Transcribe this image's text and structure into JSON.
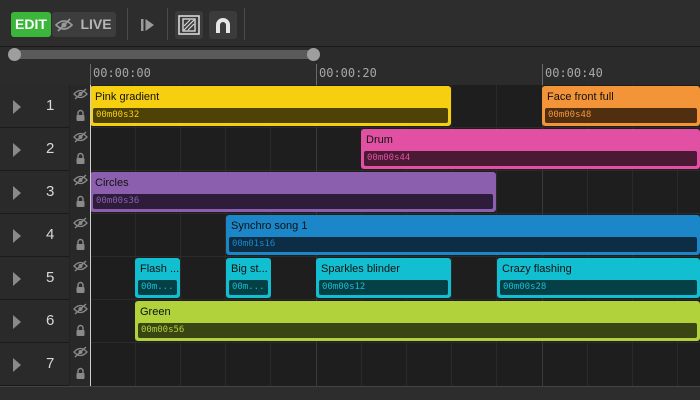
{
  "toolbar": {
    "edit_label": "EDIT",
    "live_label": "LIVE",
    "play_icon": "play-icon",
    "select_icon": "select-region-icon",
    "magnet_icon": "magnet-icon",
    "hide_icon": "eye-slash-icon"
  },
  "ruler": {
    "labels": [
      "00:00:00",
      "00:00:20",
      "00:00:40"
    ]
  },
  "tracks": [
    {
      "number": "1"
    },
    {
      "number": "2"
    },
    {
      "number": "3"
    },
    {
      "number": "4"
    },
    {
      "number": "5"
    },
    {
      "number": "6"
    },
    {
      "number": "7"
    }
  ],
  "clips": [
    {
      "track": 1,
      "title": "Pink gradient",
      "duration": "00m00s32",
      "color": "#f7cf11",
      "dark": "#4e4206"
    },
    {
      "track": 1,
      "title": "Face front full",
      "duration": "00m00s48",
      "color": "#f29437",
      "dark": "#502f10"
    },
    {
      "track": 2,
      "title": "Drum",
      "duration": "00m00s44",
      "color": "#e150a3",
      "dark": "#4a1a35"
    },
    {
      "track": 3,
      "title": "Circles",
      "duration": "00m00s36",
      "color": "#8b5fad",
      "dark": "#2d1d3a"
    },
    {
      "track": 4,
      "title": "Synchro song 1",
      "duration": "00m01s16",
      "color": "#1b86c8",
      "dark": "#0c2d44"
    },
    {
      "track": 5,
      "title": "Flash ...",
      "duration": "00m...",
      "color": "#12bfd1",
      "dark": "#064047"
    },
    {
      "track": 5,
      "title": "Big st...",
      "duration": "00m...",
      "color": "#12bfd1",
      "dark": "#064047"
    },
    {
      "track": 5,
      "title": "Sparkles blinder",
      "duration": "00m00s12",
      "color": "#12bfd1",
      "dark": "#064047"
    },
    {
      "track": 5,
      "title": "Crazy flashing",
      "duration": "00m00s28",
      "color": "#12bfd1",
      "dark": "#064047"
    },
    {
      "track": 6,
      "title": "Green",
      "duration": "00m00s56",
      "color": "#b1d23a",
      "dark": "#3a4514"
    }
  ]
}
